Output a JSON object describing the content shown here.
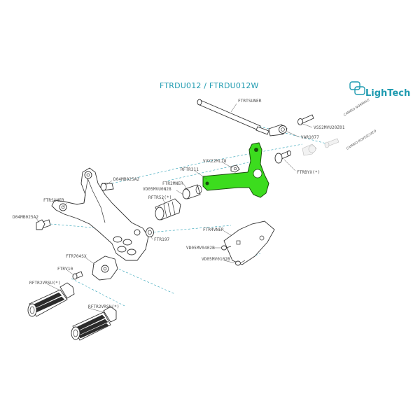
{
  "title": "FTRDU012 / FTRDU012W",
  "brand": "LighTech",
  "accent_color": "#1f9bb0",
  "highlight_color": "#3cdc1e",
  "side_labels": {
    "normal": "CAMBIO NORMALE",
    "reversed": "CAMBIO ROVESCIATO"
  },
  "labels": {
    "ftrtsuner": "FTRTSUNER",
    "vss2mvu20z01": "VSS2MVU20Z01",
    "var1077": "VAR1077",
    "vvx2mlz8": "VVX22MLZ8",
    "rftr311": "RFTR311",
    "ftrbyx": "FTRBYX(*)",
    "d04mb025a2_top": "D04MB025A2",
    "ftr2mner": "FTR2MNER",
    "vd05mvu0n28": "VD05MVU0N28",
    "rftr52": "RFTR52(*)",
    "ftrs1ner": "FTRS1NER",
    "d04mb025a2_left": "D04MB025A2",
    "ftr197": "FTR197",
    "ftr4vner": "FTR4VNER",
    "vd05mv0402b": "VD05MV0402B",
    "vd05mv0102b": "VD05MV0102B",
    "ftr704sx": "FTR704SX",
    "ftrv10": "FTRV10",
    "rftr2vrsu1": "RFTR2VRSU(*)",
    "rftr2vrsu2": "RFTR2VRSU(*)"
  }
}
